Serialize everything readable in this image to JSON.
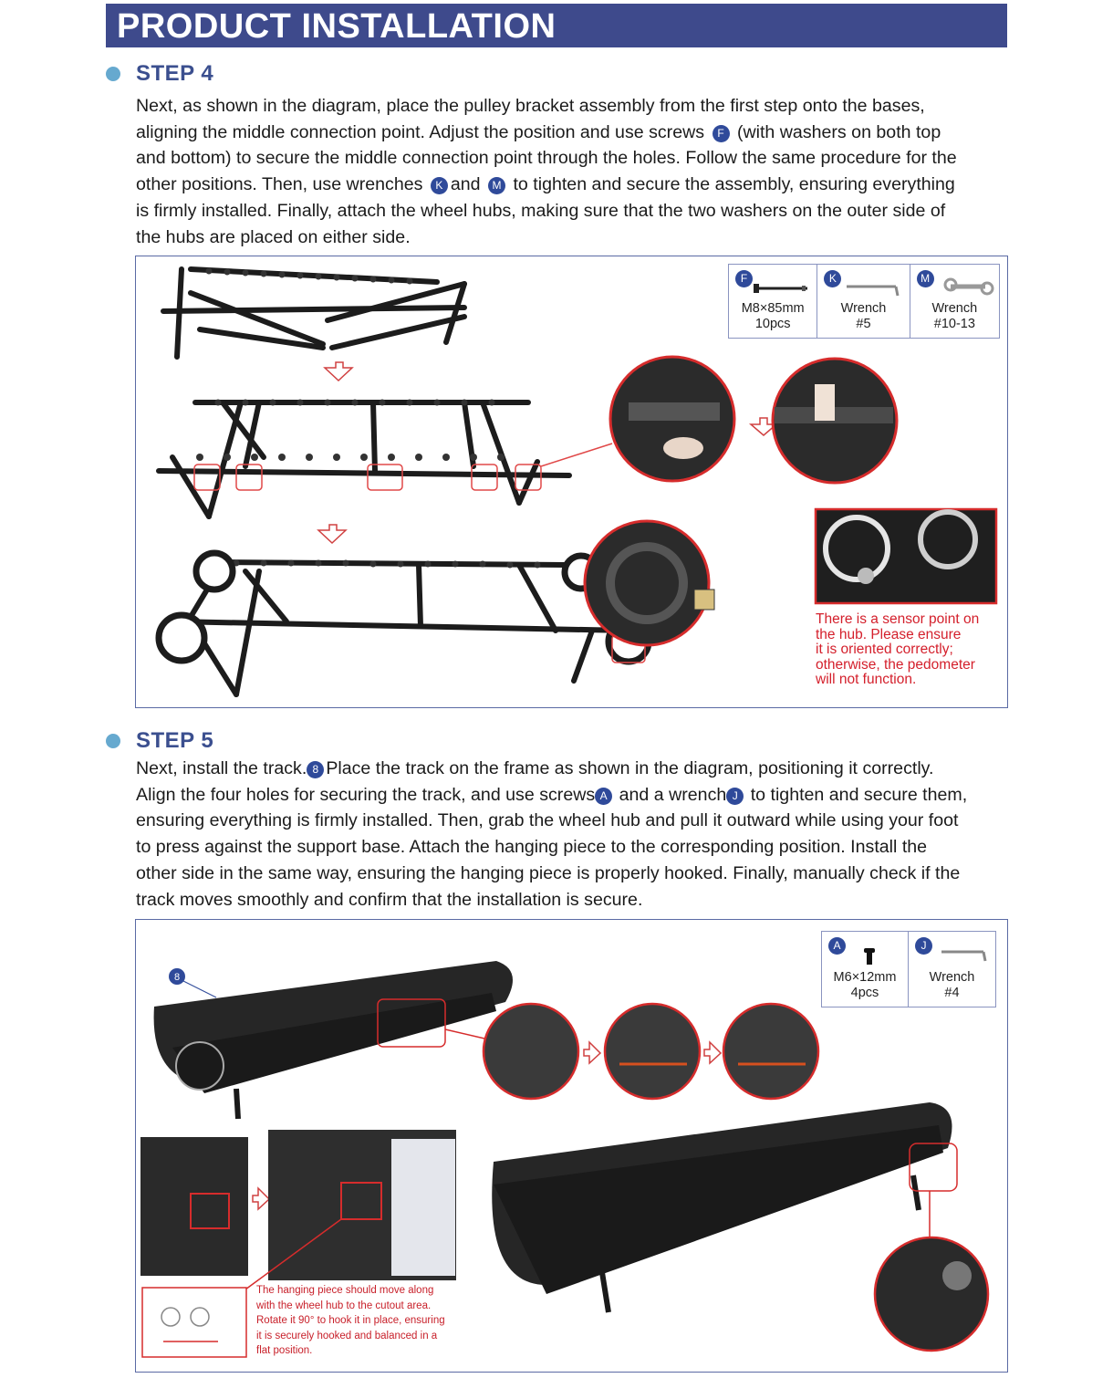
{
  "header": {
    "title": "PRODUCT INSTALLATION"
  },
  "step4": {
    "label": "STEP 4",
    "lines": [
      "Next, as shown in the diagram, place the pulley bracket assembly from the first step onto the bases,",
      "aligning the middle connection point. Adjust the position and use screws",
      "(with washers on both top",
      "and bottom) to secure the middle connection point through the holes. Follow the same procedure for the",
      "other positions. Then, use wrenches",
      "and",
      "to tighten and secure the assembly, ensuring everything",
      "is firmly installed. Finally, attach the wheel hubs, making sure that the two washers on the outer side of",
      "the hubs are placed on either side."
    ],
    "badges": {
      "screw": "F",
      "wrench_a": "K",
      "wrench_b": "M"
    },
    "parts": [
      {
        "badge": "F",
        "icon": "bolt-icon",
        "line1": "M8×85mm",
        "line2": "10pcs"
      },
      {
        "badge": "K",
        "icon": "hex-key-icon",
        "line1": "Wrench",
        "line2": "#5"
      },
      {
        "badge": "M",
        "icon": "open-wrench-icon",
        "line1": "Wrench",
        "line2": "#10-13"
      }
    ],
    "sensor_note": [
      "There is a sensor point on",
      "the hub. Please ensure",
      "it is oriented correctly;",
      "otherwise, the pedometer",
      "will not function."
    ]
  },
  "step5": {
    "label": "STEP 5",
    "lines": [
      "Next, install the track.",
      "Place the track on the frame as shown in the diagram, positioning it correctly.",
      "Align the four holes for securing the track, and use screws",
      "and a wrench",
      "to tighten and secure them,",
      "ensuring everything is firmly installed. Then, grab the wheel hub and pull it outward while using your foot",
      "to press against the support base. Attach the hanging piece to the corresponding position. Install the",
      "other side in the same way, ensuring the hanging piece is properly hooked. Finally, manually check if the",
      "track moves smoothly and confirm that the installation is secure."
    ],
    "badges": {
      "track": "8",
      "screw": "A",
      "wrench": "J"
    },
    "parts": [
      {
        "badge": "A",
        "icon": "screw-icon",
        "line1": "M6×12mm",
        "line2": "4pcs"
      },
      {
        "badge": "J",
        "icon": "hex-key-icon",
        "line1": "Wrench",
        "line2": "#4"
      }
    ],
    "track_callout": "8",
    "hook_note": [
      "The hanging piece should move along",
      "with the wheel hub to the cutout area.",
      "Rotate it 90° to hook it in place, ensuring",
      "it is securely hooked and balanced in a",
      "flat position."
    ]
  },
  "colors": {
    "banner": "#3e4a8c",
    "heading": "#3b4f8f",
    "dot": "#66a9cf",
    "badge": "#2f4a9a",
    "highlight": "#d4202c"
  }
}
